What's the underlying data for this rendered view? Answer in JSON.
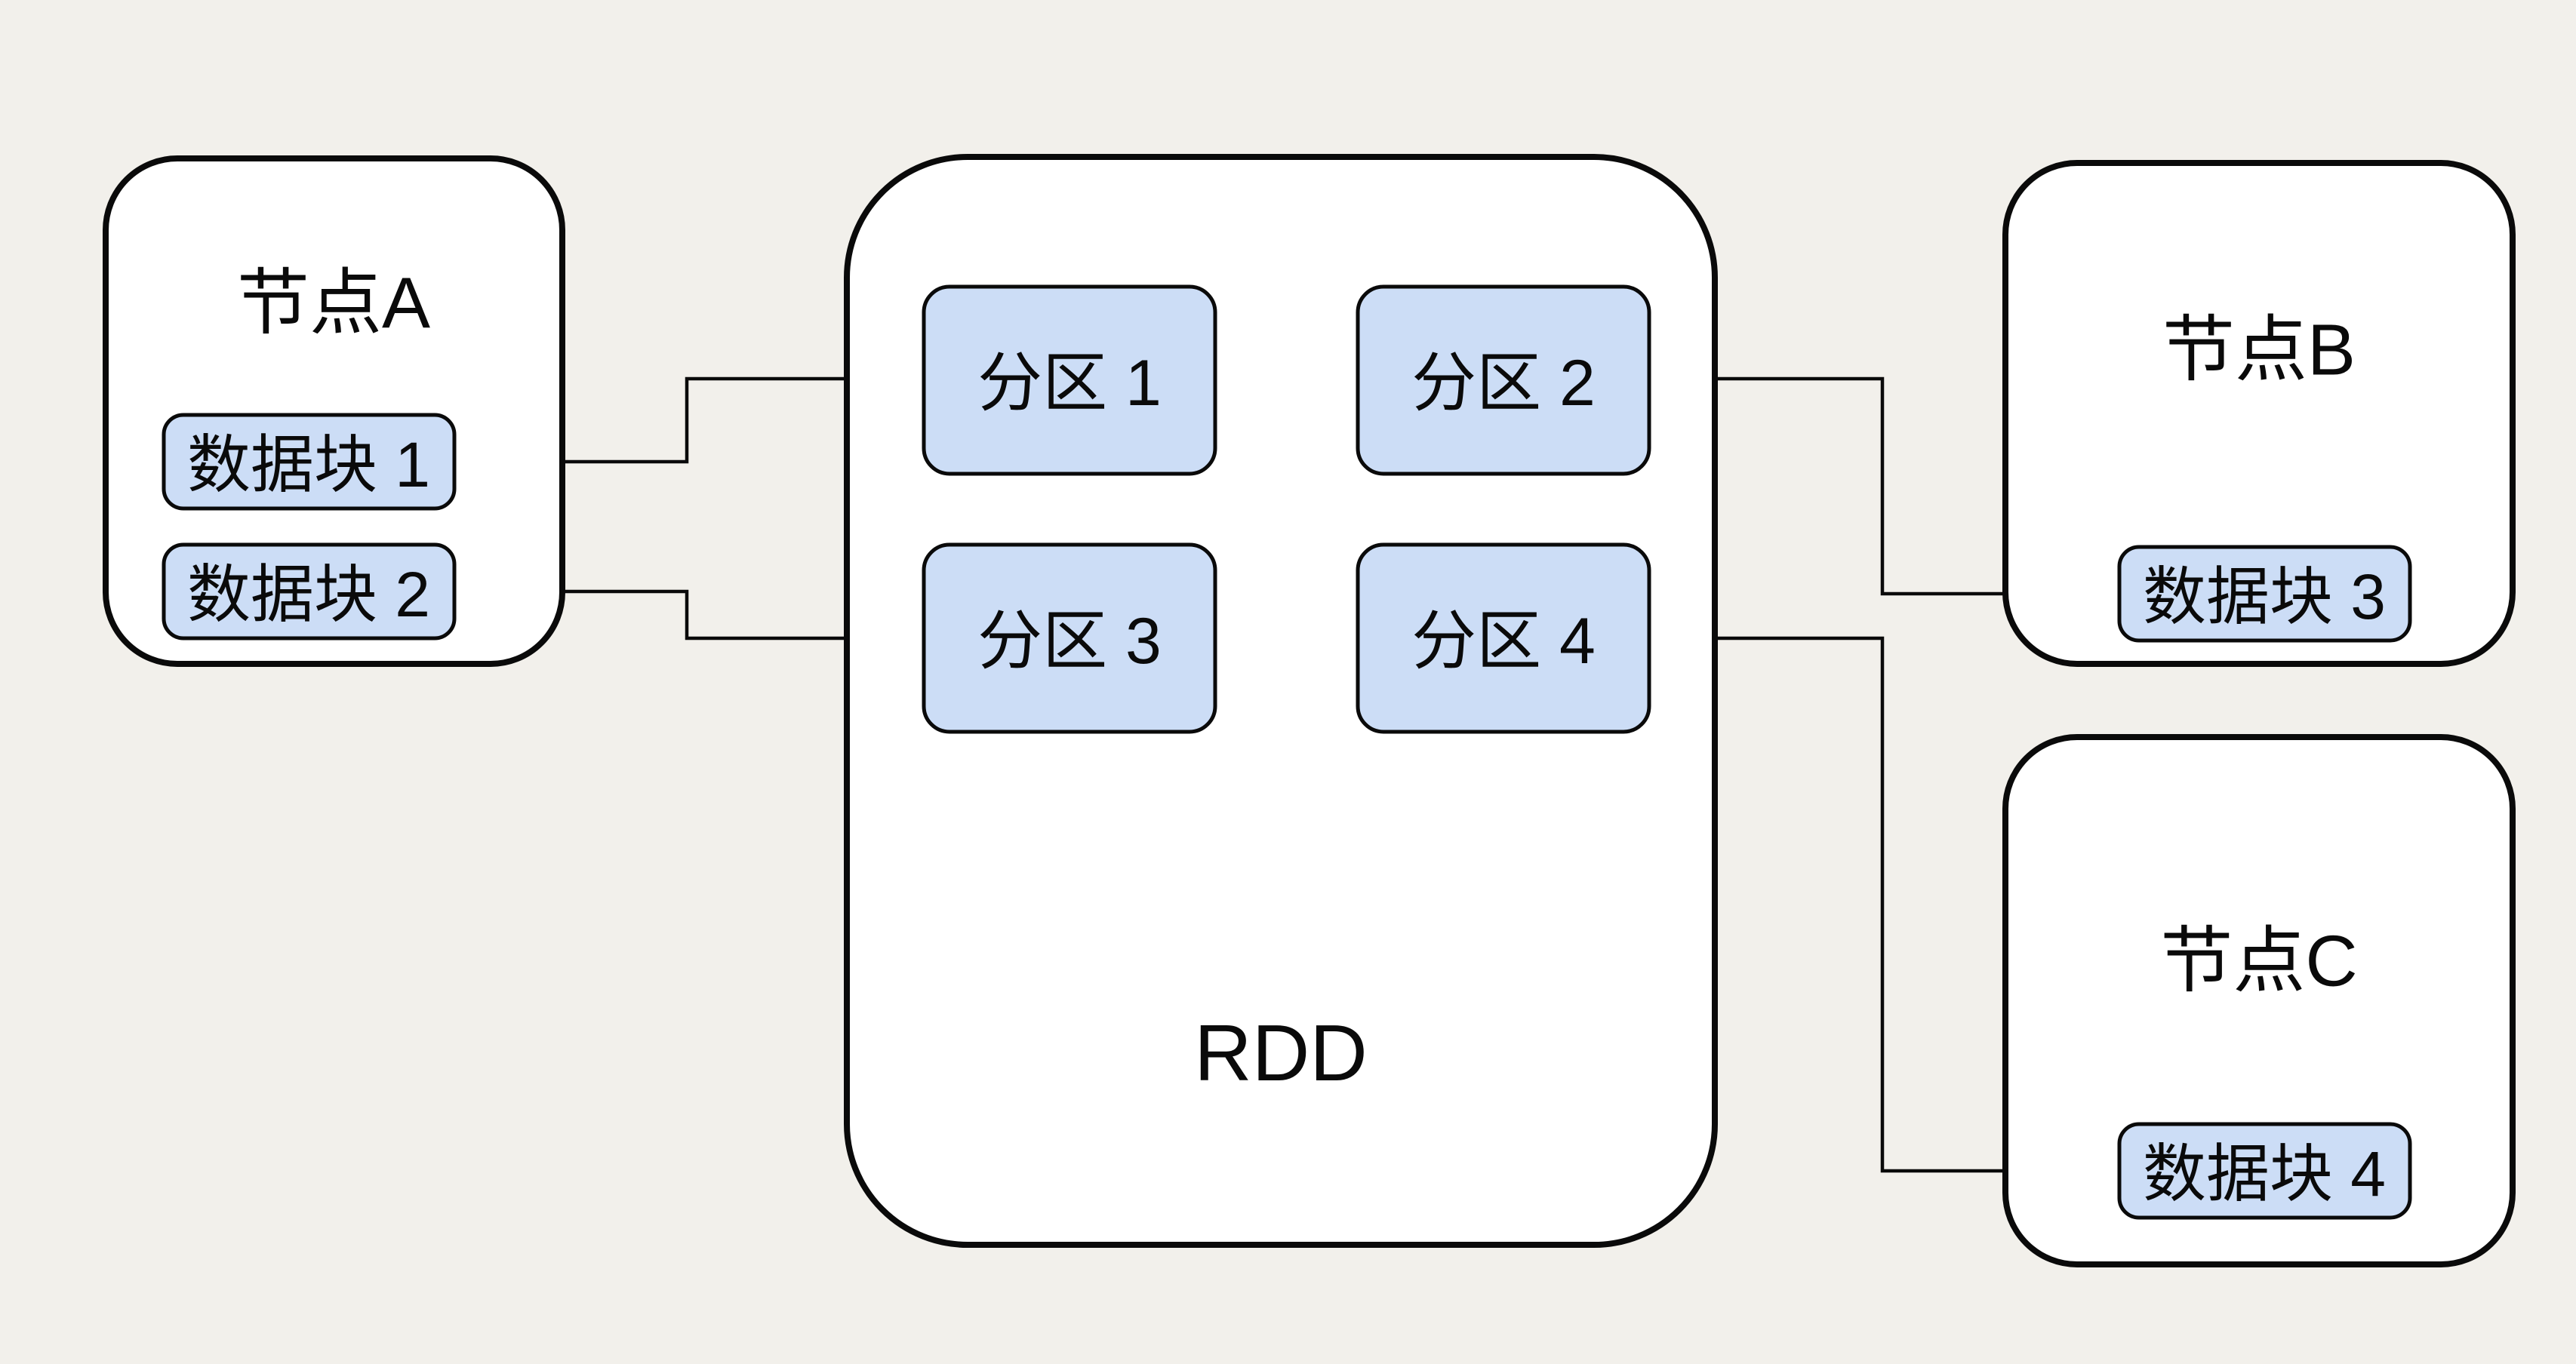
{
  "colors": {
    "background": "#f2f0eb",
    "node_fill": "#ffffff",
    "block_fill": "#ccddf6",
    "stroke": "#0a0a0a"
  },
  "rdd": {
    "label": "RDD"
  },
  "nodes": [
    {
      "title": "节点A",
      "blocks": [
        {
          "label": "数据块 1"
        },
        {
          "label": "数据块 2"
        }
      ]
    },
    {
      "title": "节点B",
      "blocks": [
        {
          "label": "数据块 3"
        }
      ]
    },
    {
      "title": "节点C",
      "blocks": [
        {
          "label": "数据块 4"
        }
      ]
    }
  ],
  "partitions": [
    {
      "label": "分区 1"
    },
    {
      "label": "分区 2"
    },
    {
      "label": "分区 3"
    },
    {
      "label": "分区 4"
    }
  ],
  "connections": [
    {
      "from": "分区 1",
      "to": "数据块 1"
    },
    {
      "from": "分区 3",
      "to": "数据块 2"
    },
    {
      "from": "分区 2",
      "to": "数据块 3"
    },
    {
      "from": "分区 4",
      "to": "数据块 4"
    }
  ]
}
